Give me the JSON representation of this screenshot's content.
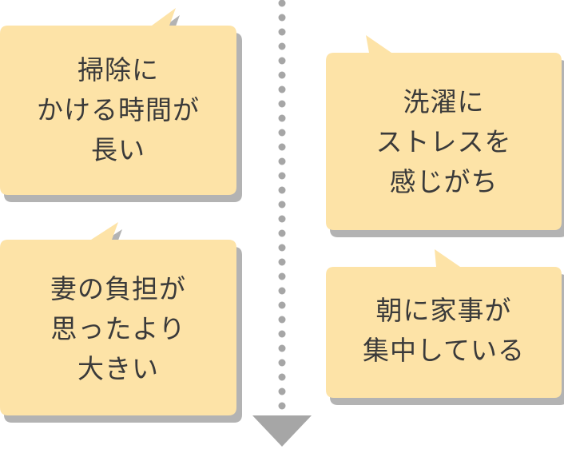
{
  "colors": {
    "bubble_fill": "#fde3a7",
    "bubble_shadow": "#b3b3b3",
    "arrow": "#a6a6a6",
    "text": "#3a3a3a"
  },
  "bubbles": [
    {
      "id": "top-left",
      "lines": [
        "掃除に",
        "かける時間が",
        "長い"
      ]
    },
    {
      "id": "top-right",
      "lines": [
        "洗濯に",
        "ストレスを",
        "感じがち"
      ]
    },
    {
      "id": "bottom-left",
      "lines": [
        "妻の負担が",
        "思ったより",
        "大きい"
      ]
    },
    {
      "id": "bottom-right",
      "lines": [
        "朝に家事が",
        "集中している"
      ]
    }
  ]
}
